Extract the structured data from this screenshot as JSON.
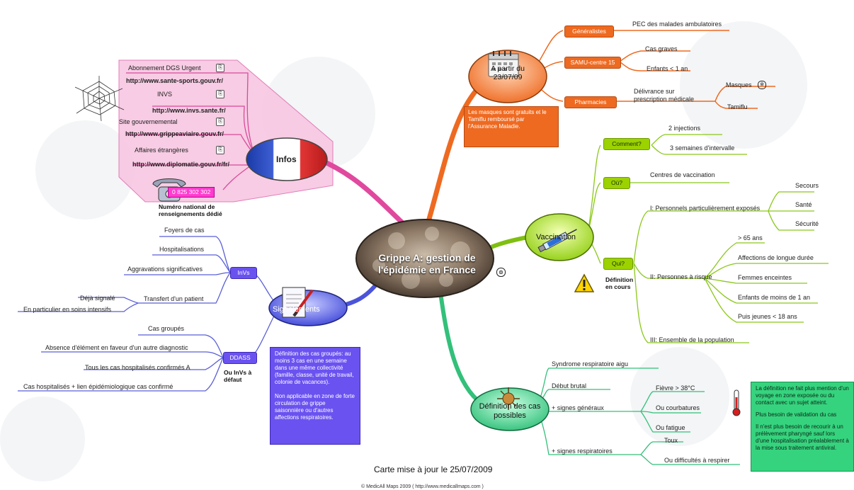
{
  "central": {
    "title": "Grippe A: gestion de l'épidémie en France"
  },
  "top": {
    "hub": "A partir du 23/07/09",
    "generalistes": "Généralistes",
    "generalistes_child": "PEC des malades ambulatoires",
    "samu": "SAMU-centre 15",
    "samu_children": [
      "Cas graves",
      "Enfants < 1 an"
    ],
    "pharmacies": "Pharmacies",
    "pharmacies_child": "Délivrance sur prescription médicale",
    "pharmacies_leaves": [
      "Masques",
      "Tamiflu"
    ],
    "note": "Les masques sont gratuits et le Tamiflu remboursé par l'Assurance Maladie."
  },
  "infos": {
    "hub": "Infos",
    "items": [
      "Abonnement DGS Urgent",
      "http://www.sante-sports.gouv.fr/",
      "INVS",
      "http://www.invs.sante.fr/",
      "Site gouvernemental",
      "http://www.grippeaviaire.gouv.fr/",
      "Affaires étrangères",
      "http://www.diplomatie.gouv.fr/fr/"
    ],
    "phone": "0 825 302 302",
    "phone_label": "Numéro national de renseignements dédié"
  },
  "vaccination": {
    "hub": "Vaccination",
    "comment": "Comment?",
    "comment_children": [
      "2 injections",
      "3 semaines d'intervalle"
    ],
    "ou": "Où?",
    "ou_child": "Centres de vaccination",
    "qui": "Qui?",
    "warning_label": "Définition en cours",
    "group1": "I: Personnels particulièrement exposés",
    "group1_children": [
      "Secours",
      "Santé",
      "Sécurité"
    ],
    "group2": "II: Personnes à risque",
    "group2_children": [
      "> 65 ans",
      "Affections de longue durée",
      "Femmes enceintes",
      "Enfants de moins de 1 an",
      "Puis jeunes < 18 ans"
    ],
    "group3": "III: Ensemble de la population"
  },
  "signalements": {
    "hub": "Signalements",
    "invs": "InVs",
    "invs_children": [
      "Foyers de cas",
      "Hospitalisations",
      "Aggravations significatives",
      "Transfert d'un patient"
    ],
    "transfert_children": [
      "Déjà signalé",
      "En particulier en soins intensifs"
    ],
    "ddass": "DDASS",
    "ddass_label": "Ou InVs à défaut",
    "ddass_children": [
      "Cas groupés",
      "Absence d'élément en faveur d'un autre diagnostic",
      "Tous les cas hospitalisés confirmés A",
      "Cas hospitalisés + lien épidémiologique cas confirmé"
    ],
    "note_p1": "Définition des cas groupés: au moins 3 cas en une semaine dans une même collectivité (famille, classe, unité de travail, colonie de vacances).",
    "note_p2": "Non applicable en zone de forte circulation de grippe saisonnière ou d'autres affections respiratoires."
  },
  "definition": {
    "hub": "Définition des cas possibles",
    "children": [
      "Syndrome respiratoire aigu",
      "Début brutal",
      "+ signes généraux",
      "+ signes respiratoires"
    ],
    "generaux_children": [
      "Fièvre > 38°C",
      "Ou courbatures",
      "Ou fatigue"
    ],
    "respiratoires_children": [
      "Toux",
      "Ou difficultés à respirer"
    ],
    "note_p1": "La définition ne fait plus mention d'un voyage en zone exposée ou du contact avec un sujet atteint.",
    "note_p2": "Plus besoin de validation du cas",
    "note_p3": "Il n'est plus besoin de recourir à un prélèvement pharyngé sauf lors d'une hospitalisation préalablement à la mise sous traitement antiviral."
  },
  "footer": {
    "updated": "Carte mise à jour le 25/07/2009",
    "copyright": "© MedicAll Maps 2009 ( http://www.medicallmaps.com )"
  },
  "colors": {
    "orange": "#ee6a21",
    "pink": "#e0499e",
    "green": "#9bd200",
    "purple": "#6a52f0",
    "teal": "#33c07a"
  },
  "icons": [
    "calendar-icon",
    "spider-web-icon",
    "telephone-icon",
    "syringe-icon",
    "warning-icon",
    "document-pen-icon",
    "virus-icon",
    "thermometer-icon",
    "link-icon",
    "attachment-icon"
  ]
}
